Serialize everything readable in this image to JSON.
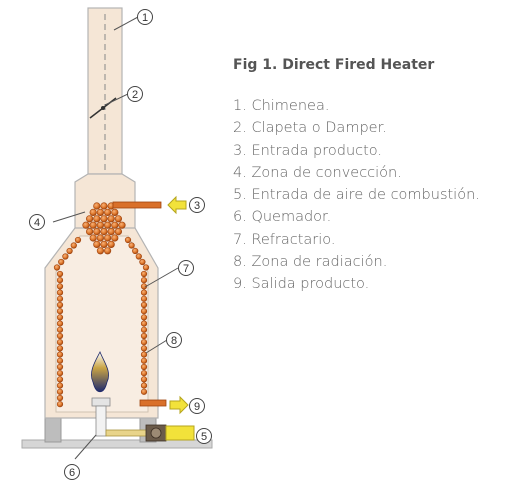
{
  "figure": {
    "caption": "Fig 1. Direct Fired Heater",
    "legend": [
      "1. Chimenea.",
      "2. Clapeta o Damper.",
      "3. Entrada producto.",
      "4. Zona de convección.",
      "5. Entrada de aire de combustión.",
      "6. Quemador.",
      "7. Refractario.",
      "8. Zona de radiación.",
      "9. Salida producto."
    ],
    "callouts": [
      "1",
      "2",
      "3",
      "4",
      "5",
      "6",
      "7",
      "8",
      "9"
    ]
  },
  "colors": {
    "body_fill": "#f5e6d6",
    "outline": "#b3b3b3",
    "tube": "#e07a2e",
    "tube_dark": "#a04510",
    "arrow": "#f2e23a",
    "pipe": "#d9702a",
    "flame": "#1f2a6b",
    "base": "#bdbdbd"
  }
}
